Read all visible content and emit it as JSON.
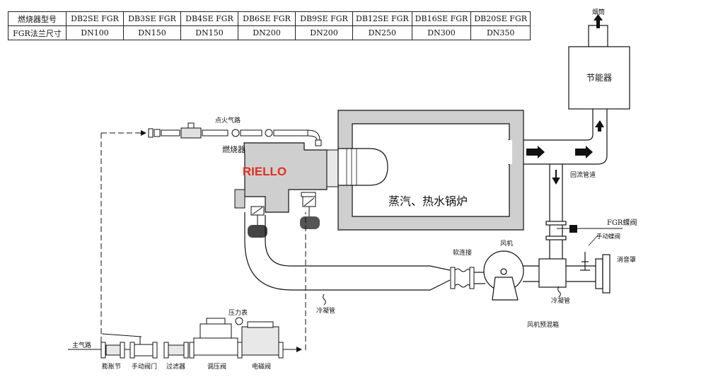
{
  "table": {
    "row1_header": "燃烧器型号",
    "row2_header": "FGR法兰尺寸",
    "models": [
      "DB2SE FGR",
      "DB3SE FGR",
      "DB4SE FGR",
      "DB6SE FGR",
      "DB9SE FGR",
      "DB12SE FGR",
      "DB16SE FGR",
      "DB20SE FGR"
    ],
    "flange_sizes": [
      "DN100",
      "DN150",
      "DN150",
      "DN200",
      "DN200",
      "DN250",
      "DN300",
      "DN350"
    ]
  },
  "labels": {
    "chimney": "烟筒",
    "economizer": "节能器",
    "ignition_gas_line": "点火气路",
    "burner": "燃烧器",
    "riello_logo": "RIELLO",
    "boiler": "蒸汽、热水锅炉",
    "return_pipe": "回流管道",
    "fgr_damper": "FGR蝶阀",
    "manual_damper": "手动蝶阀",
    "silencer": "消音罩",
    "flexible_joint": "软连接",
    "fan": "风机",
    "condensate_pipe_left": "冷凝管",
    "condensate_pipe_right": "冷凝管",
    "fan_mixing_box": "风机预混箱",
    "pressure_gauge": "压力表",
    "main_gas_line": "主气路",
    "expansion_joint": "膨胀节",
    "manual_valve": "手动阀门",
    "filter": "过滤器",
    "pressure_regulator": "调压阀",
    "solenoid_valve": "电磁阀"
  }
}
